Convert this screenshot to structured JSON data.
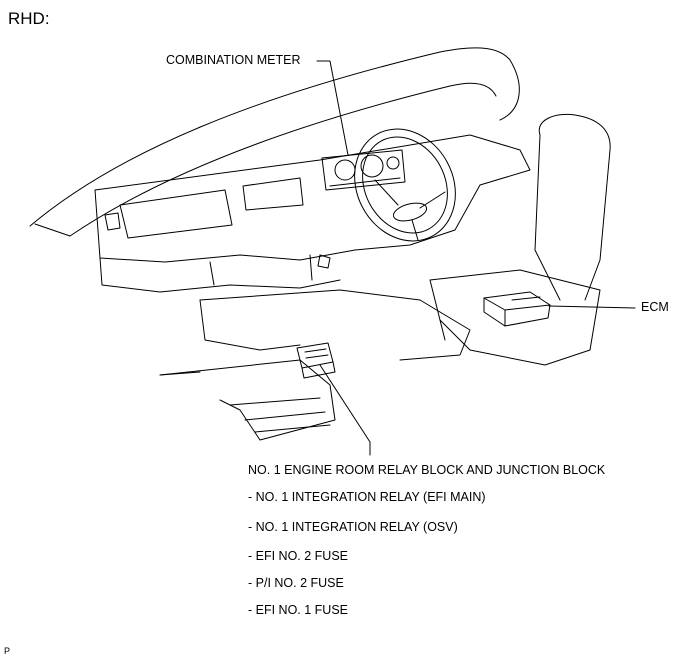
{
  "header": "RHD:",
  "callouts": {
    "combination_meter": "COMBINATION METER",
    "ecm": "ECM",
    "relay_block": "NO. 1 ENGINE ROOM RELAY BLOCK AND JUNCTION BLOCK"
  },
  "relay_block_items": [
    "- NO. 1 INTEGRATION RELAY (EFI MAIN)",
    "- NO. 1 INTEGRATION RELAY (OSV)",
    "- EFI NO. 2 FUSE",
    "- P/I NO. 2 FUSE",
    "- EFI NO. 1 FUSE"
  ],
  "footer_code": "P"
}
